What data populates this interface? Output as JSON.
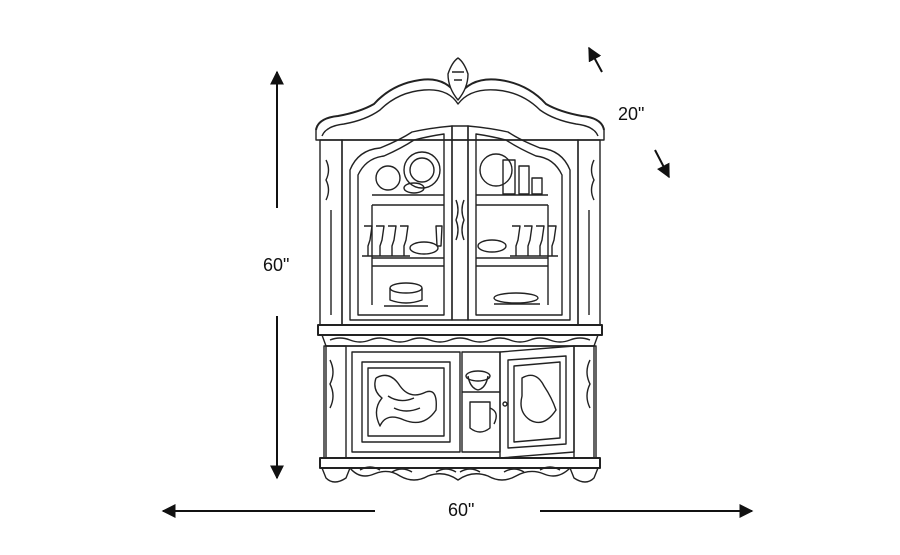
{
  "dimensions": {
    "height": "60\"",
    "width": "60\"",
    "depth": "20\""
  },
  "colors": {
    "line": "#111111",
    "background": "#ffffff"
  },
  "illustration": {
    "icon": "china-cabinet-line-drawing"
  }
}
